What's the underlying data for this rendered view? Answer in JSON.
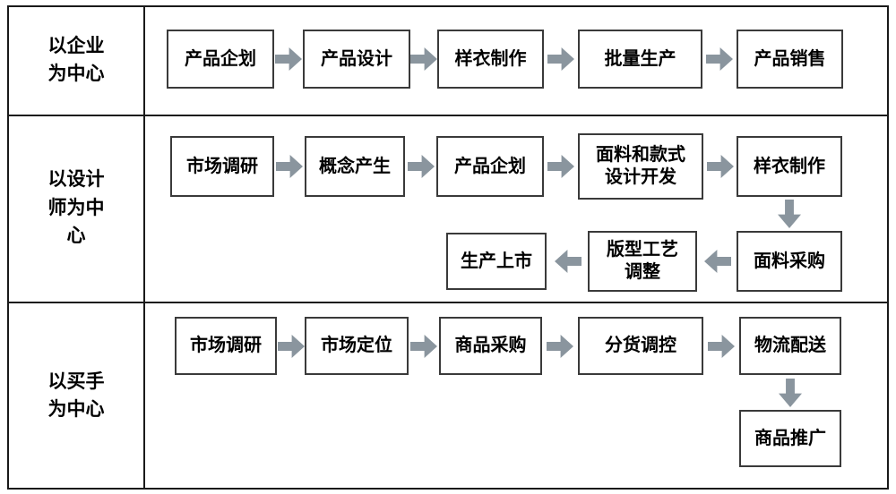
{
  "colors": {
    "arrow": "#8a959e",
    "box-border": "#3a3a3a",
    "frame": "#1a1a1a"
  },
  "rows": {
    "enterprise": {
      "label": "以企业\n为中心",
      "steps": [
        "产品企划",
        "产品设计",
        "样衣制作",
        "批量生产",
        "产品销售"
      ]
    },
    "designer": {
      "label": "以设计\n师为中\n心",
      "steps_top": [
        "市场调研",
        "概念产生",
        "产品企划",
        "面料和款式\n设计开发",
        "样衣制作"
      ],
      "steps_bottom": [
        "生产上市",
        "版型工艺\n调整",
        "面料采购"
      ]
    },
    "buyer": {
      "label": "以买手\n为中心",
      "steps": [
        "市场调研",
        "市场定位",
        "商品采购",
        "分货调控",
        "物流配送"
      ],
      "extra_step": "商品推广"
    }
  }
}
